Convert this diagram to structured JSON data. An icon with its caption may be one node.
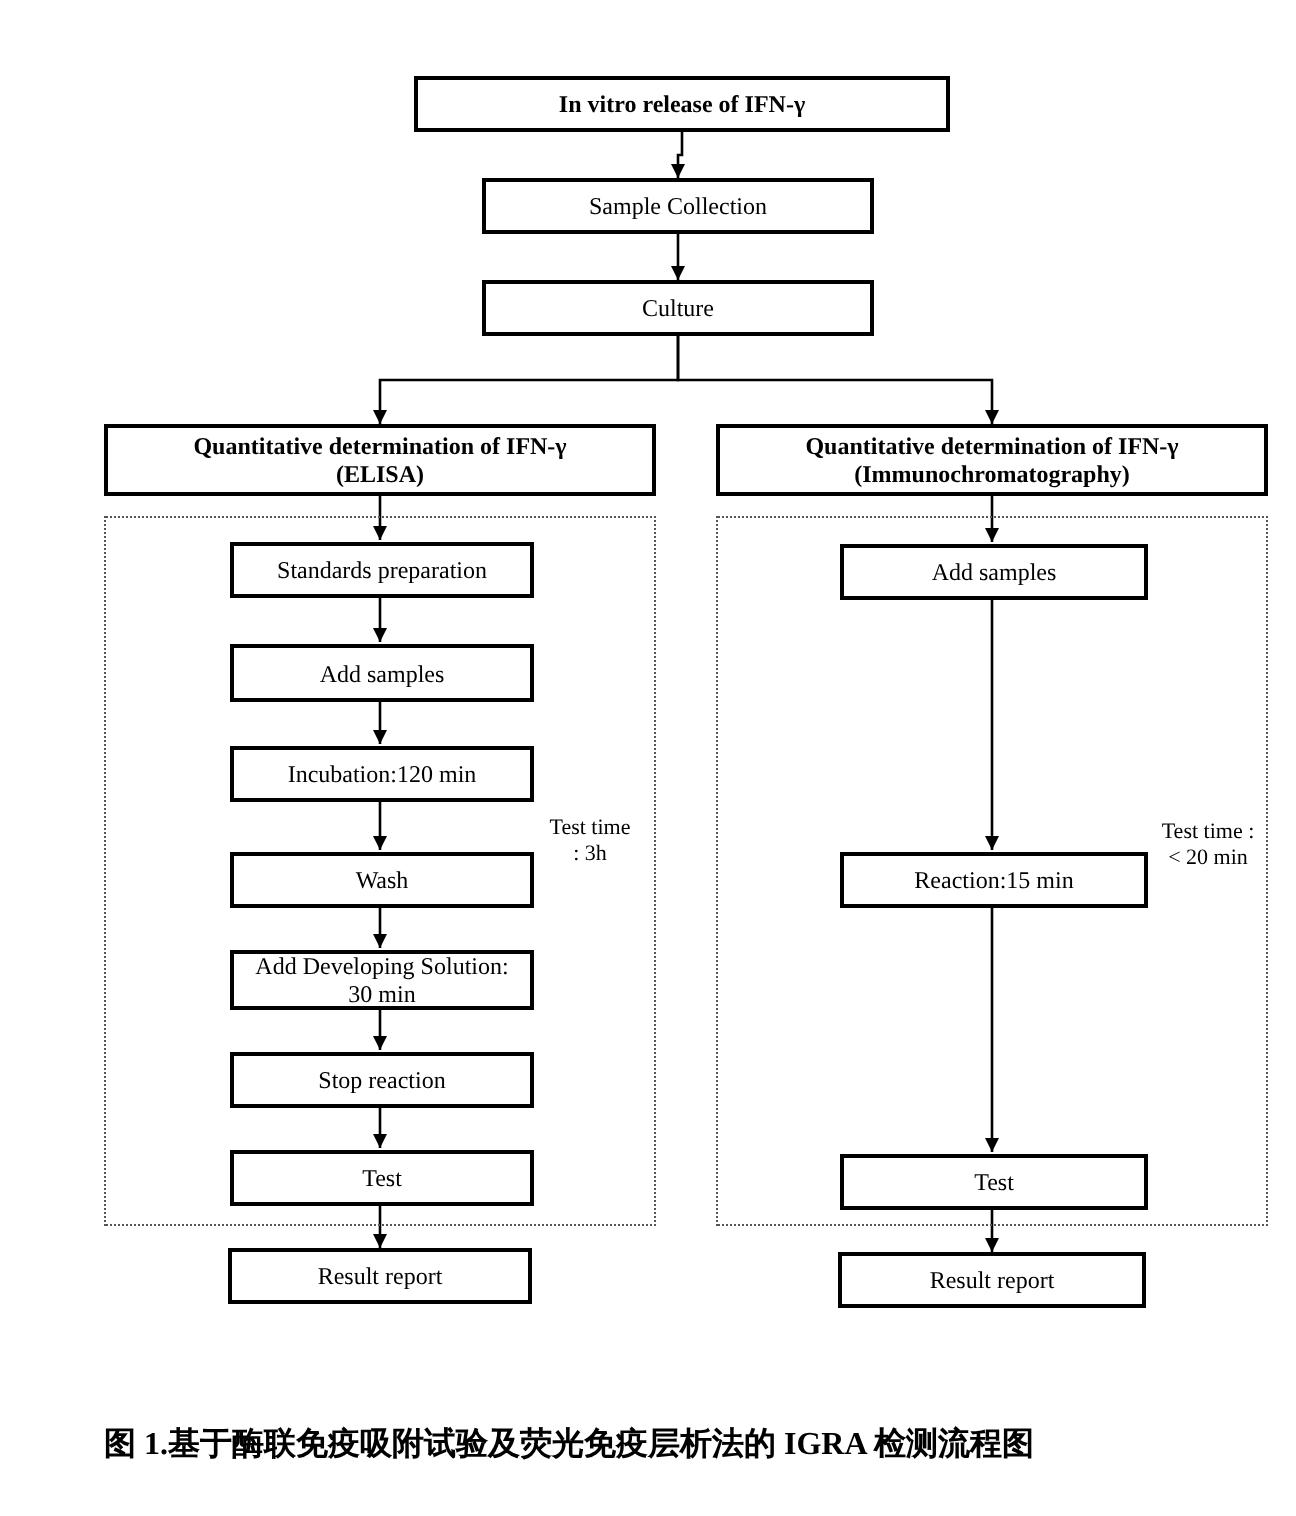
{
  "diagram": {
    "caption": "图 1.基于酶联免疫吸附试验及荧光免疫层析法的 IGRA 检测流程图",
    "nodes": [
      {
        "text": [
          "In vitro release of IFN-γ"
        ]
      },
      {
        "text": [
          "Sample Collection"
        ]
      },
      {
        "text": [
          "Culture"
        ]
      },
      {
        "text": [
          "Quantitative determination of IFN-γ (ELISA)"
        ]
      },
      {
        "text": [
          "Quantitative determination of IFN-γ (Immunochromatography)"
        ]
      },
      {
        "text": [],
        "shape": "box",
        "beside": [
          "Test time : 3h"
        ]
      },
      {
        "text": [
          "Standards preparation"
        ],
        "in": 5
      },
      {
        "text": [
          "Add samples"
        ],
        "in": 5
      },
      {
        "text": [
          "Incubation:120 min"
        ],
        "in": 5
      },
      {
        "text": [
          "Wash"
        ],
        "in": 5
      },
      {
        "text": [
          "Add Developing Solution: 30 min"
        ],
        "in": 5
      },
      {
        "text": [
          "Stop reaction"
        ],
        "in": 5
      },
      {
        "text": [
          "Test"
        ],
        "in": 5
      },
      {
        "text": [
          "Result report"
        ]
      },
      {
        "text": [],
        "shape": "box",
        "beside": [
          "Test time : < 20 min"
        ]
      },
      {
        "text": [
          "Add samples"
        ],
        "in": 14
      },
      {
        "text": [
          "Reaction:15 min"
        ],
        "in": 14
      },
      {
        "text": [
          "Test"
        ],
        "in": 14
      },
      {
        "text": [
          "Result report"
        ]
      }
    ],
    "edges": [
      {
        "from": 0,
        "to": 1,
        "arrow": "to"
      },
      {
        "from": 1,
        "to": 2,
        "arrow": "to"
      },
      {
        "from": 2,
        "to": 3,
        "arrow": "to"
      },
      {
        "from": 2,
        "to": 4,
        "arrow": "to"
      },
      {
        "from": 3,
        "to": 6,
        "arrow": "to"
      },
      {
        "from": 6,
        "to": 7,
        "arrow": "to"
      },
      {
        "from": 7,
        "to": 8,
        "arrow": "to"
      },
      {
        "from": 8,
        "to": 9,
        "arrow": "to"
      },
      {
        "from": 9,
        "to": 10,
        "arrow": "to"
      },
      {
        "from": 10,
        "to": 11,
        "arrow": "to"
      },
      {
        "from": 11,
        "to": 12,
        "arrow": "to"
      },
      {
        "from": 12,
        "to": 13,
        "arrow": "to"
      },
      {
        "from": 4,
        "to": 15,
        "arrow": "to"
      },
      {
        "from": 15,
        "to": 16,
        "arrow": "to"
      },
      {
        "from": 16,
        "to": 17,
        "arrow": "to"
      },
      {
        "from": 17,
        "to": 18,
        "arrow": "to"
      }
    ]
  }
}
